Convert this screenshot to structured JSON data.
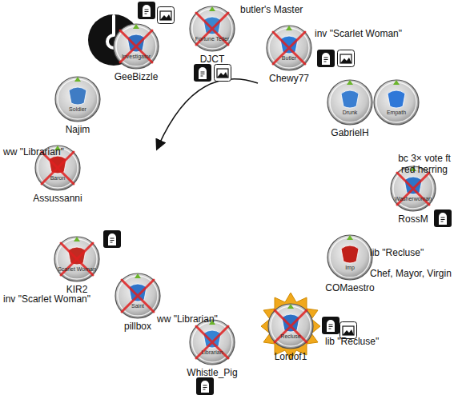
{
  "diagram": {
    "nodes": [
      {
        "text": [
          "Investigator",
          "GeeBizzle"
        ]
      },
      {
        "text": [
          "Fortune Teller",
          "DJCT"
        ]
      },
      {
        "text": [
          "Butler",
          "Chewy77"
        ]
      },
      {
        "text": [
          "Soldier",
          "Najim"
        ]
      },
      {
        "text": [
          "Drunk",
          "GabrielH"
        ]
      },
      {
        "text": [
          "Empath"
        ]
      },
      {
        "text": [
          "Baron",
          "Assussanni"
        ]
      },
      {
        "text": [
          "Washerwoman",
          "RossM"
        ]
      },
      {
        "text": [
          "Scarlet Woman",
          "KIR2"
        ]
      },
      {
        "text": [
          "Imp",
          "COMaestro"
        ]
      },
      {
        "text": [
          "Saint",
          "pillbox"
        ]
      },
      {
        "text": [
          "Recluse",
          "Lordof1"
        ]
      },
      {
        "text": [
          "Librarian",
          "Whistle_Pig"
        ]
      }
    ],
    "labels": [
      "butler's Master",
      "inv \"Scarlet Woman\"",
      "bc 3× vote ft red herring",
      "lib \"Recluse\"",
      "Chef, Mayor, Virgin",
      "lib \"Recluse\"",
      "ww \"Librarian\"",
      "inv \"Scarlet Woman\"",
      "ww \"Librarian\""
    ]
  }
}
